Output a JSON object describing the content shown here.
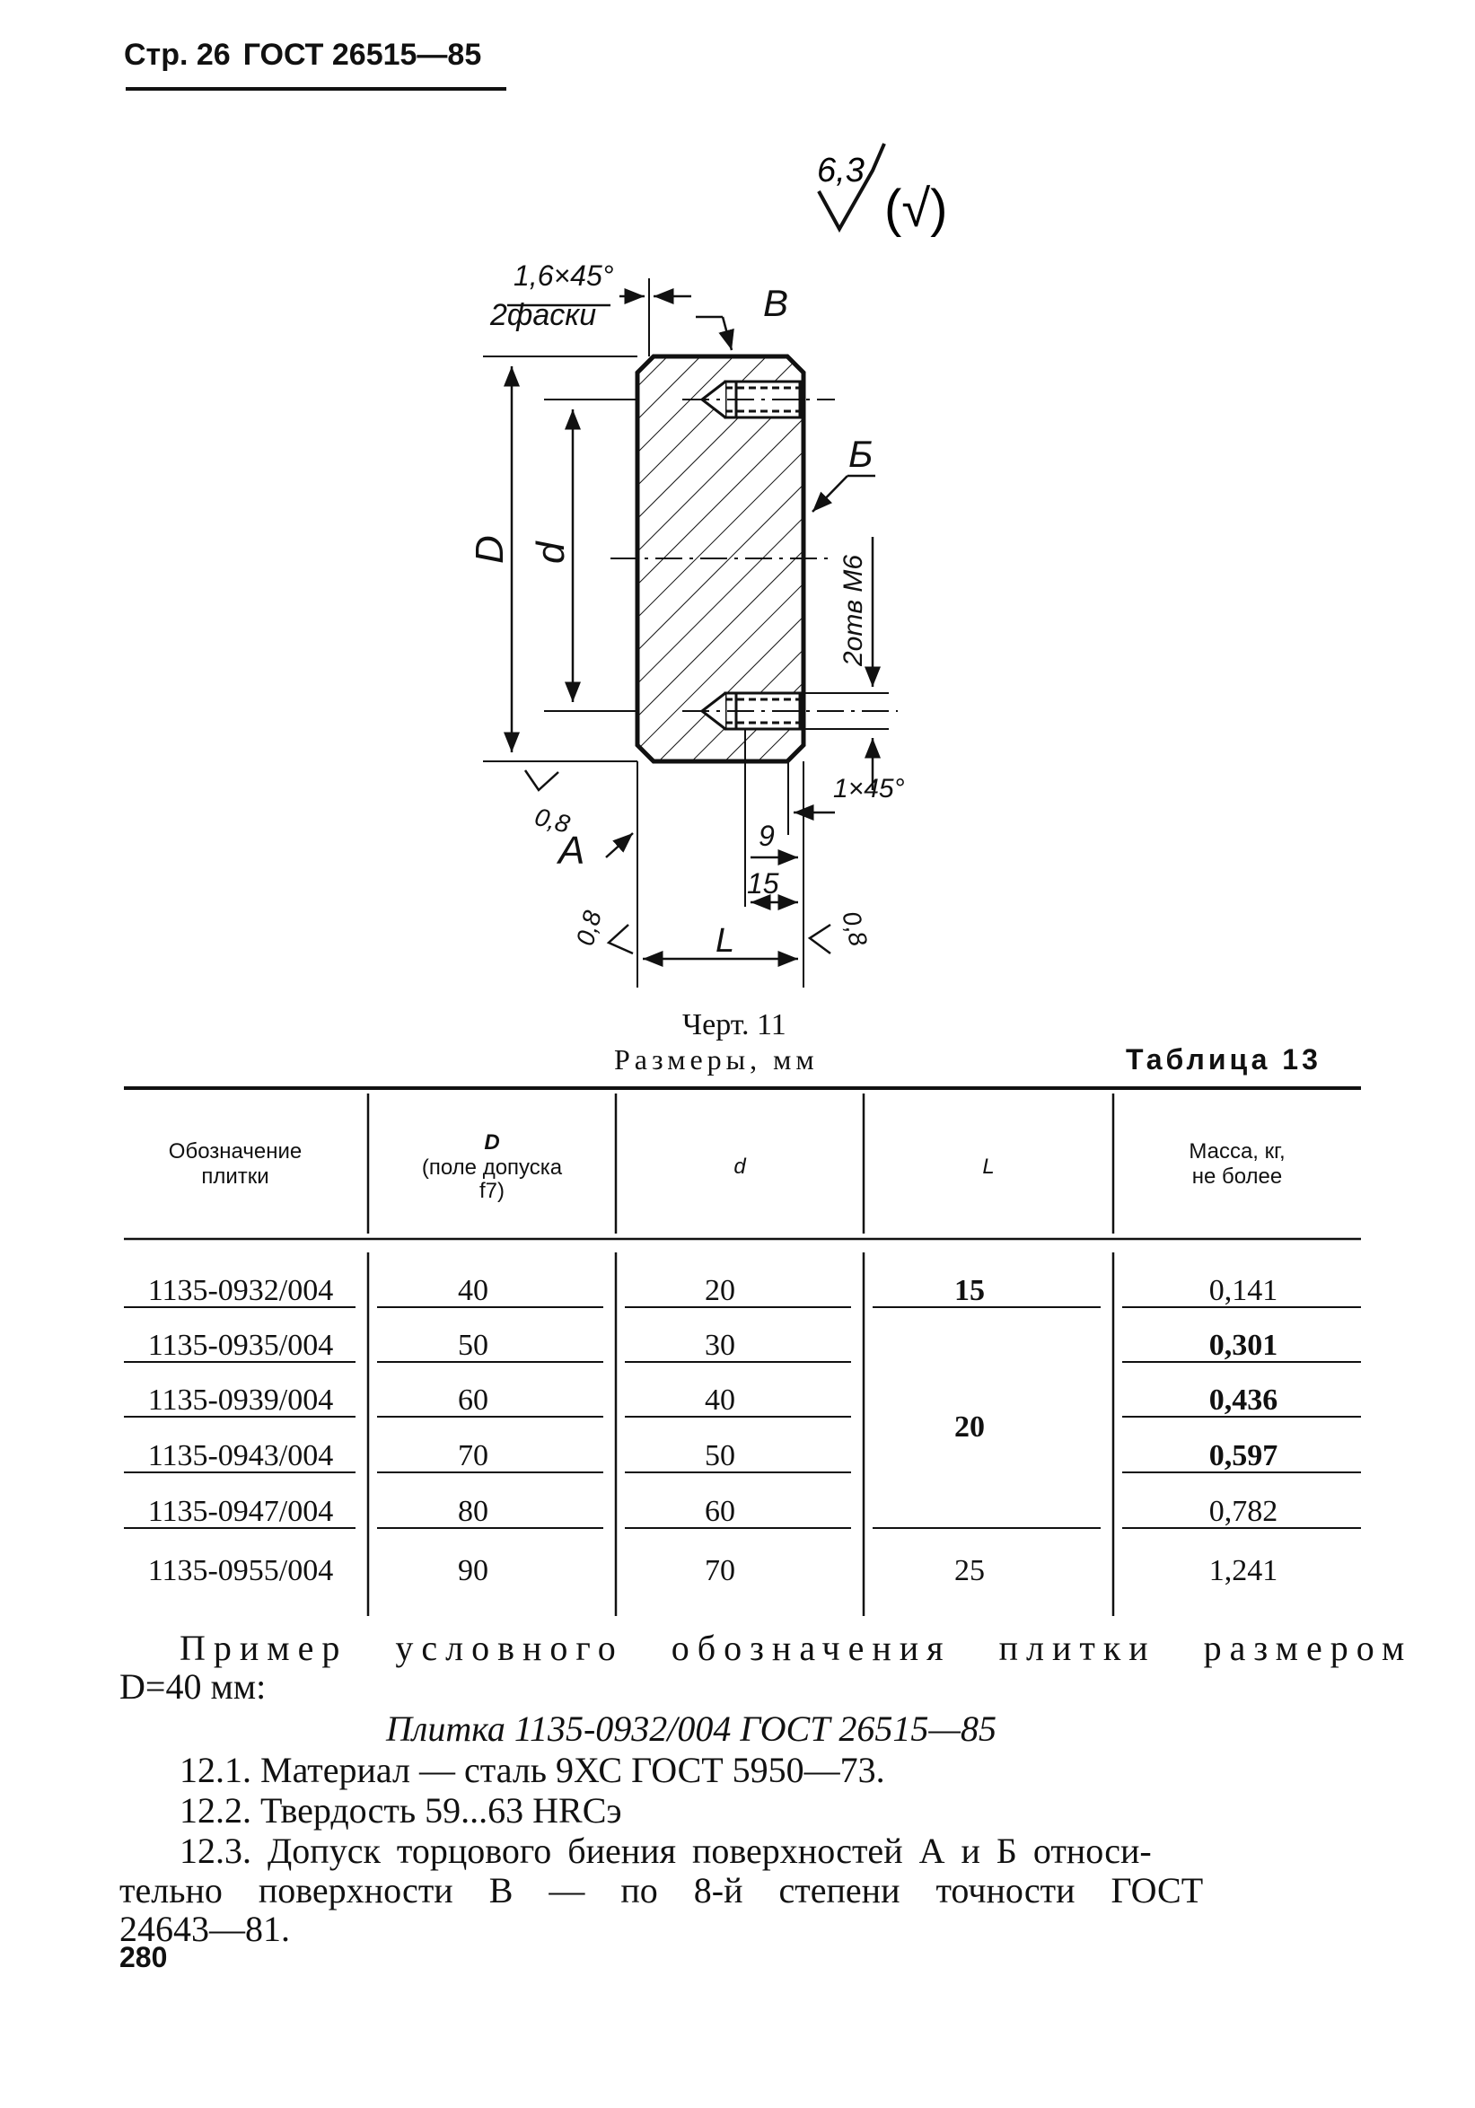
{
  "header": {
    "page": "Стр. 26",
    "gost": "ГОСТ 26515—85"
  },
  "drawing": {
    "roughness_main": "6,3",
    "roughness_paren": "(√)",
    "chamfer_top_1": "1,6×45°",
    "chamfer_top_2": "2фаски",
    "label_v": "В",
    "label_b": "Б",
    "label_a": "А",
    "dim_D": "D",
    "dim_d": "d",
    "holes": "2отв М6",
    "chamfer_bottom": "1×45°",
    "roughness_08_left": "0,8",
    "roughness_08_a": "0,8",
    "roughness_08_right": "0,8",
    "dim_9": "9",
    "dim_15": "15",
    "dim_L": "L"
  },
  "caption": "Черт. 11",
  "sizes_label": "Размеры, мм",
  "table_label": "Таблица 13",
  "table": {
    "headers": {
      "designation_1": "Обозначение",
      "designation_2": "плитки",
      "D_1": "D",
      "D_2": "(поле допуска",
      "D_3": "f7)",
      "d": "d",
      "L": "L",
      "mass_1": "Масса, кг,",
      "mass_2": "не более"
    },
    "rows": [
      {
        "designation": "1135-0932/004",
        "D": "40",
        "d": "20",
        "L": "15",
        "mass": "0,141"
      },
      {
        "designation": "1135-0935/004",
        "D": "50",
        "d": "30",
        "L": "",
        "mass": "0,301"
      },
      {
        "designation": "1135-0939/004",
        "D": "60",
        "d": "40",
        "L": "20",
        "mass": "0,436"
      },
      {
        "designation": "1135-0943/004",
        "D": "70",
        "d": "50",
        "L": "",
        "mass": "0,597"
      },
      {
        "designation": "1135-0947/004",
        "D": "80",
        "d": "60",
        "L": "",
        "mass": "0,782"
      },
      {
        "designation": "1135-0955/004",
        "D": "90",
        "d": "70",
        "L": "25",
        "mass": "1,241"
      }
    ]
  },
  "text": {
    "example_line1": "Пример условного обозначения плитки размером",
    "example_line2": "D=40 мм:",
    "example_designation": "Плитка 1135-0932/004 ГОСТ 26515—85",
    "p12_1": "12.1. Материал — сталь 9ХС ГОСТ 5950—73.",
    "p12_2": "12.2. Твердость 59...63 HRCэ",
    "p12_3_l1": "12.3. Допуск торцового биения поверхностей А и Б относи-",
    "p12_3_l2": "тельно поверхности В — по 8-й степени точности ГОСТ",
    "p12_3_l3": "24643—81."
  },
  "page_number": "280"
}
